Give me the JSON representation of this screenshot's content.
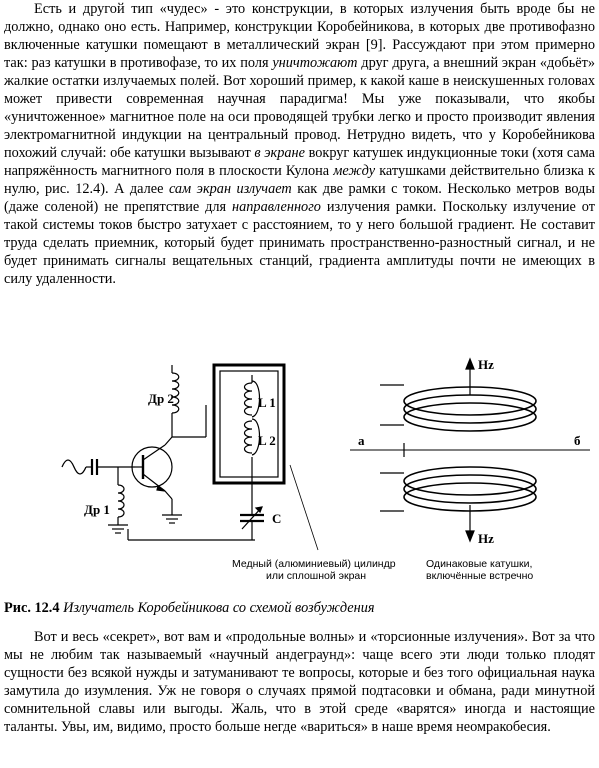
{
  "paragraph1": {
    "s1": "Есть и другой тип «чудес» - это конструкции, в которых излучения быть вроде бы не должно, однако оно есть. Например, конструкции Коробейникова, в которых две противофазно включенные катушки помещают в металлический экран [9]. Рассуждают при этом примерно так: раз катушки в противофазе, то их поля ",
    "e1": "уничтожают",
    "s2": " друг друга, а внешний экран «добьёт» жалкие остатки излучаемых полей. Вот хороший пример, к какой каше в  неискушенных головах может привести современная научная парадигма! Мы уже показывали, что якобы «уничтоженное» магнитное поле на оси проводящей трубки легко и просто производит явления электромагнитной индукции на центральный провод. Нетрудно видеть, что у Коробейникова похожий случай: обе катушки вызывают ",
    "e2": "в экране",
    "s3": " вокруг катушек индукционные токи (хотя сама напряжённость магнитного поля в плоскости Кулона ",
    "e3": "между",
    "s4": " катушками действительно близка к нулю, рис. 12.4). А далее ",
    "e4": "сам экран излучает",
    "s5": " как две рамки с током. Несколько метров воды (даже соленой) не препятствие для ",
    "e5": "направленного",
    "s6": " излучения рамки. Поскольку излучение от такой системы токов быстро затухает с расстоянием, то у него большой градиент. Не составит труда сделать приемник, который будет принимать пространственно-разностный сигнал, и не будет принимать сигналы вещательных станций, градиента амплитуды почти не имеющих в силу удаленности."
  },
  "figure": {
    "labels": {
      "dr2": "Др 2",
      "dr1": "Др 1",
      "l1": "L 1",
      "l2": "L 2",
      "c": "C",
      "hz_top": "Hz",
      "hz_bottom": "Hz",
      "a": "а",
      "b": "б"
    },
    "left_caption_line1": "Медный (алюминиевый) цилиндр",
    "left_caption_line2": "или сплошной экран",
    "right_caption_line1": "Одинаковые катушки,",
    "right_caption_line2": "включённые встречно"
  },
  "caption": {
    "number": "Рис. 12.4",
    "text": "Излучатель Коробейникова со схемой возбуждения"
  },
  "paragraph2": "Вот и весь «секрет», вот вам и «продольные волны» и «торсионные излучения». Вот за что мы  не любим так называемый «научный андеграунд»: чаще всего эти люди только плодят сущности без всякой нужды и затуманивают те вопросы, которые и без того официальная наука замутила до изумления. Уж не говоря о случаях прямой подтасовки и обмана, ради минутной сомнительной славы или выгоды. Жаль, что в этой среде «варятся» иногда и настоящие таланты. Увы, им, видимо, просто больше негде «вариться» в наше время неомракобесия."
}
